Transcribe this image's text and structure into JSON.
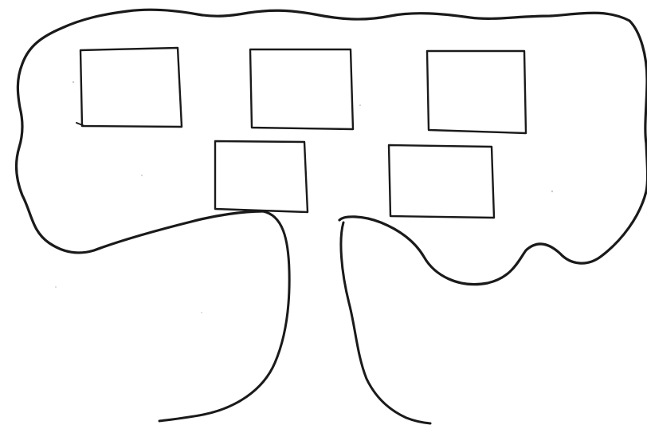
{
  "diagram": {
    "type": "tree-worksheet",
    "blank_boxes": [
      {
        "row": "top",
        "position": "left",
        "text": ""
      },
      {
        "row": "top",
        "position": "center",
        "text": ""
      },
      {
        "row": "top",
        "position": "right",
        "text": ""
      },
      {
        "row": "bottom",
        "position": "left",
        "text": ""
      },
      {
        "row": "bottom",
        "position": "right",
        "text": ""
      }
    ],
    "colors": {
      "ink": "#1a1a1a",
      "paper": "#ffffff"
    }
  }
}
